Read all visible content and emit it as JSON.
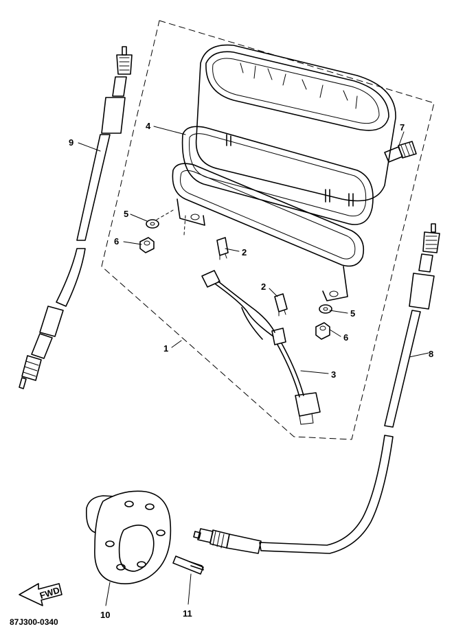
{
  "callouts": {
    "n1": "1",
    "n2a": "2",
    "n2b": "2",
    "n3": "3",
    "n4": "4",
    "n5a": "5",
    "n5b": "5",
    "n6a": "6",
    "n6b": "6",
    "n7": "7",
    "n8": "8",
    "n9": "9",
    "n10": "10",
    "n11": "11"
  },
  "fwd_arrow_text": "FWD",
  "diagram_code": "87J300-0340"
}
